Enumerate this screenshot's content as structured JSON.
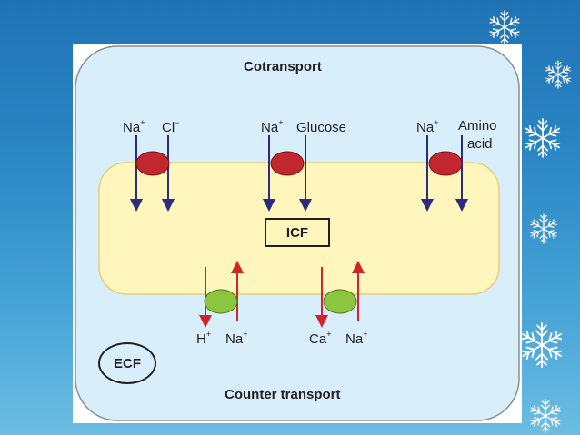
{
  "diagram": {
    "top_title": "Cotransport",
    "bottom_title": "Counter transport",
    "icf_label": "ICF",
    "ecf_label": "ECF",
    "cotransport": {
      "na_cl": {
        "na": "Na",
        "na_charge": "+",
        "cl": "Cl",
        "cl_charge": "−"
      },
      "na_glucose": {
        "na": "Na",
        "na_charge": "+",
        "glucose": "Glucose"
      },
      "na_amino": {
        "na": "Na",
        "na_charge": "+",
        "amino_line1": "Amino",
        "amino_line2": "acid"
      }
    },
    "counter_transport": {
      "h_na": {
        "h": "H",
        "h_charge": "+",
        "na": "Na",
        "na_charge": "+"
      },
      "ca_na": {
        "ca": "Ca",
        "ca_charge": "+",
        "na": "Na",
        "na_charge": "+"
      }
    }
  },
  "colors": {
    "cell_fill": "#fff6bd",
    "cell_border": "#e9cd78",
    "ecf_fill": "#d9eefb",
    "cotransport_arrow": "#2b2c7e",
    "counter_arrow": "#d2232a",
    "cotransporter_protein": "#c1272d",
    "antiporter_protein": "#8cc63f"
  },
  "icons": {
    "decoration": "snowflake-icon"
  }
}
